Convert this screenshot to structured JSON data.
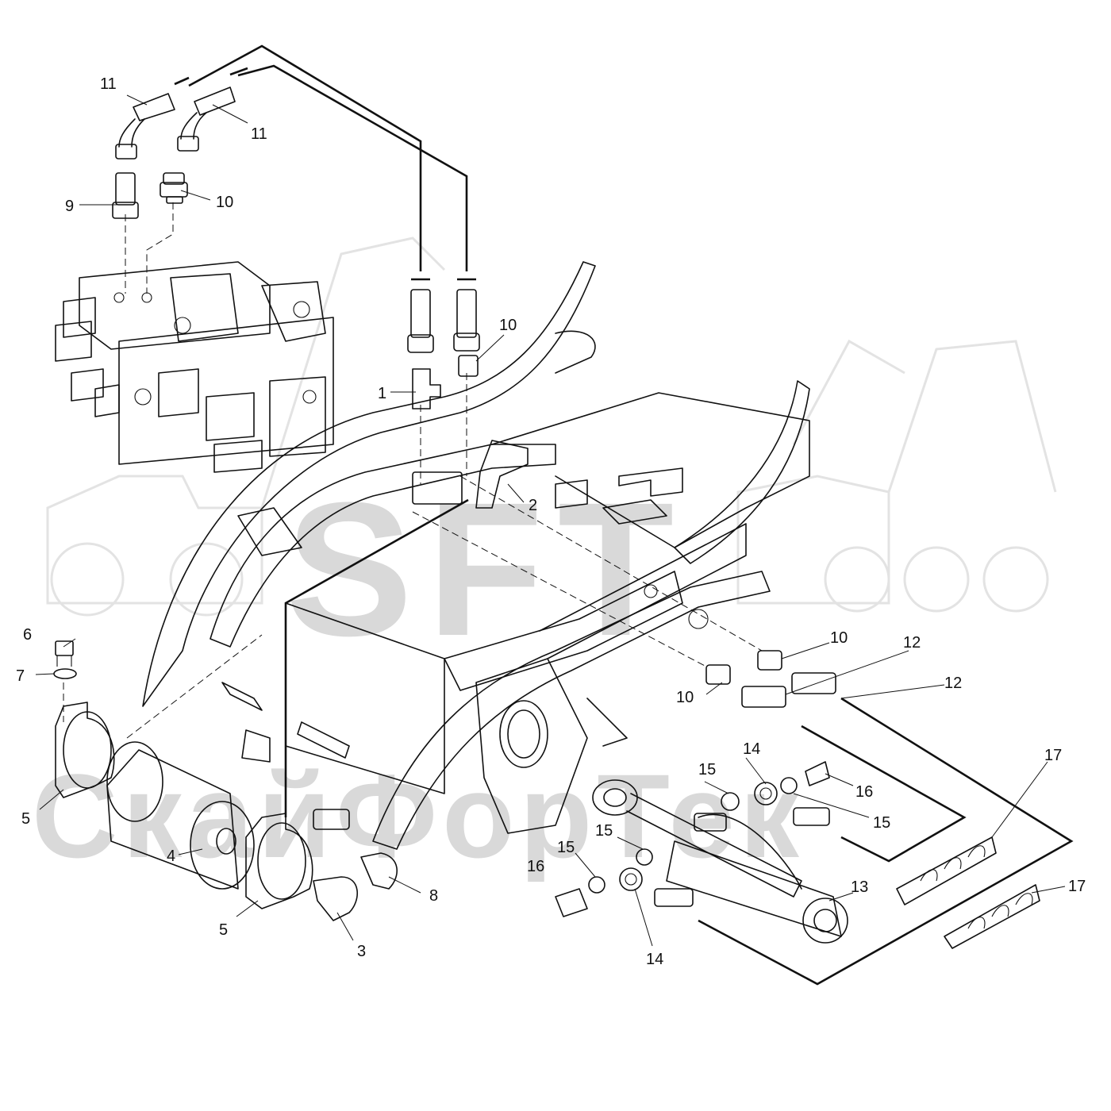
{
  "watermark": {
    "brand": "SFT",
    "company": "СкайФорТек"
  },
  "callouts": [
    {
      "id": "c1",
      "text": "1"
    },
    {
      "id": "c2",
      "text": "2"
    },
    {
      "id": "c3",
      "text": "3"
    },
    {
      "id": "c4",
      "text": "4"
    },
    {
      "id": "c5a",
      "text": "5"
    },
    {
      "id": "c5b",
      "text": "5"
    },
    {
      "id": "c6",
      "text": "6"
    },
    {
      "id": "c7",
      "text": "7"
    },
    {
      "id": "c8",
      "text": "8"
    },
    {
      "id": "c9",
      "text": "9"
    },
    {
      "id": "c10a",
      "text": "10"
    },
    {
      "id": "c10b",
      "text": "10"
    },
    {
      "id": "c10c",
      "text": "10"
    },
    {
      "id": "c10d",
      "text": "10"
    },
    {
      "id": "c11a",
      "text": "11"
    },
    {
      "id": "c11b",
      "text": "11"
    },
    {
      "id": "c12a",
      "text": "12"
    },
    {
      "id": "c12b",
      "text": "12"
    },
    {
      "id": "c13",
      "text": "13"
    },
    {
      "id": "c14a",
      "text": "14"
    },
    {
      "id": "c14b",
      "text": "14"
    },
    {
      "id": "c15a",
      "text": "15"
    },
    {
      "id": "c15b",
      "text": "15"
    },
    {
      "id": "c15c",
      "text": "15"
    },
    {
      "id": "c15d",
      "text": "15"
    },
    {
      "id": "c16a",
      "text": "16"
    },
    {
      "id": "c16b",
      "text": "16"
    },
    {
      "id": "c17a",
      "text": "17"
    },
    {
      "id": "c17b",
      "text": "17"
    }
  ]
}
